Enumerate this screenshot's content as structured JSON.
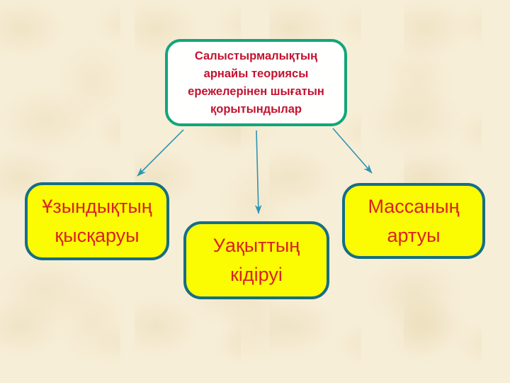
{
  "slide": {
    "background_color": "#f7eed7"
  },
  "diagram": {
    "connector_color": "#2f93b4",
    "root": {
      "id": "relativity-conclusions",
      "text": "Салыстырмалықтың арнайы теориясы ережелерінен шығатын қорытындылар",
      "lines": [
        "Салыстырмалықтың",
        "арнайы теориясы",
        "ережелерінен шығатын",
        "қорытындылар"
      ],
      "fill": "#ffffff",
      "border_color": "#12a57c",
      "text_color": "#c31230"
    },
    "children": [
      {
        "id": "length-contraction",
        "text": "Ұзындықтың қысқаруы",
        "lines": [
          "Ұзындықтың",
          "қысқаруы"
        ],
        "fill": "#fbfb02",
        "border_color": "#156e84",
        "text_color": "#d92323"
      },
      {
        "id": "time-dilation",
        "text": "Уақыттың кідіруі",
        "lines": [
          "Уақыттың",
          "кідіруі"
        ],
        "fill": "#fbfb02",
        "border_color": "#156e84",
        "text_color": "#d92323"
      },
      {
        "id": "mass-increase",
        "text": "Массаның артуы",
        "lines": [
          "Массаның",
          "артуы"
        ],
        "fill": "#fbfb02",
        "border_color": "#156e84",
        "text_color": "#d92323"
      }
    ]
  }
}
